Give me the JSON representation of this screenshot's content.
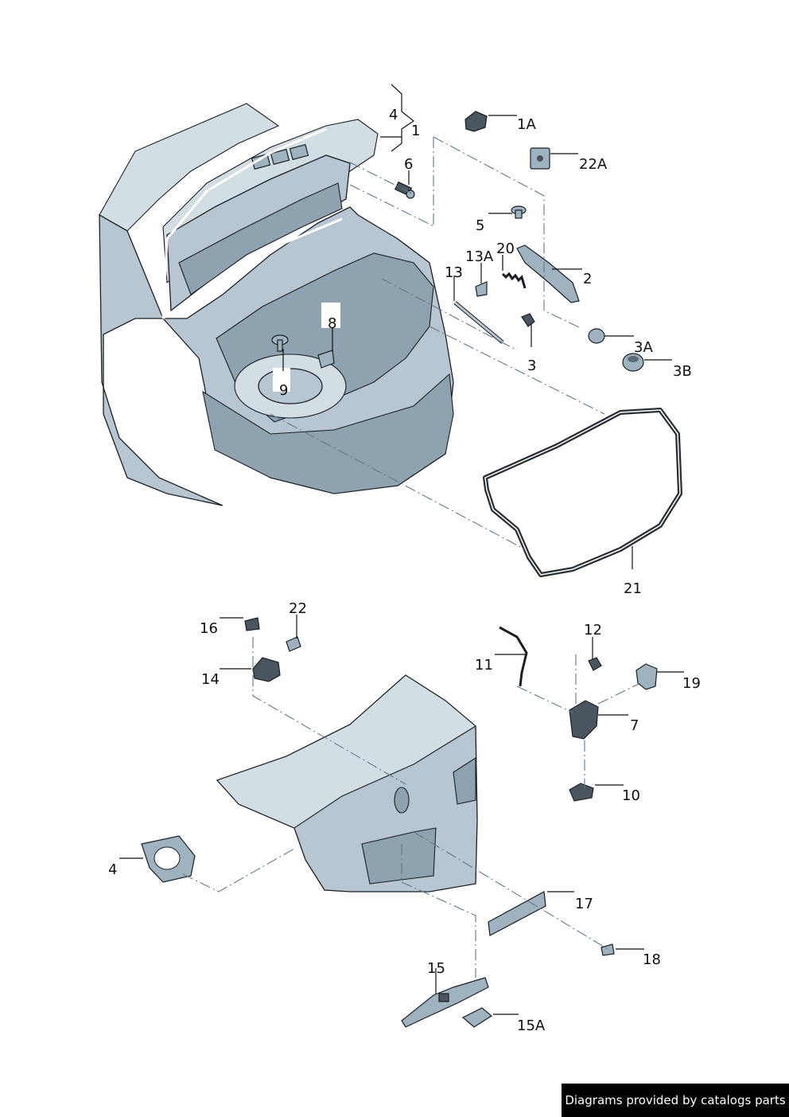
{
  "labels": {
    "l1": "1",
    "l1A": "1A",
    "l22A": "22A",
    "l6": "6",
    "l4top": "4",
    "l5": "5",
    "l20": "20",
    "l13A": "13A",
    "l13": "13",
    "l2": "2",
    "l3": "3",
    "l3A": "3A",
    "l3B": "3B",
    "l8": "8",
    "l9": "9",
    "l21": "21",
    "l16": "16",
    "l22": "22",
    "l14": "14",
    "l11": "11",
    "l12": "12",
    "l19": "19",
    "l7": "7",
    "l10": "10",
    "l4bot": "4",
    "l17": "17",
    "l18": "18",
    "l15": "15",
    "l15A": "15A"
  },
  "credit": "Diagrams provided by catalogs parts",
  "colors": {
    "body": "#b7c6d0",
    "outline": "#1b1f24",
    "seal": "#2a2f35",
    "background": "#ffffff"
  }
}
